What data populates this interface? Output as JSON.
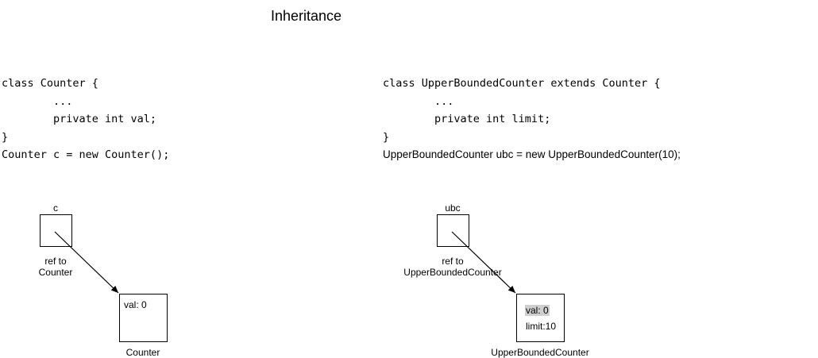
{
  "title": "Inheritance",
  "left": {
    "code": [
      "class Counter {",
      "        ...",
      "        private int val;",
      "}",
      "Counter c = new Counter();"
    ],
    "ref_var": "c",
    "ref_caption_line1": "ref to",
    "ref_caption_line2": "Counter",
    "object_fields": [
      "val: 0"
    ],
    "object_caption": "Counter"
  },
  "right": {
    "code": [
      "class UpperBoundedCounter extends Counter {",
      "        ...",
      "        private int limit;",
      "}"
    ],
    "instantiation": "UpperBoundedCounter ubc = new UpperBoundedCounter(10);",
    "ref_var": "ubc",
    "ref_caption_line1": "ref to",
    "ref_caption_line2": "UpperBoundedCounter",
    "object_fields": [
      "val: 0",
      "limit:10"
    ],
    "object_caption": "UpperBoundedCounter"
  },
  "colors": {
    "inherited_field_highlight": "#cfcfcf"
  }
}
